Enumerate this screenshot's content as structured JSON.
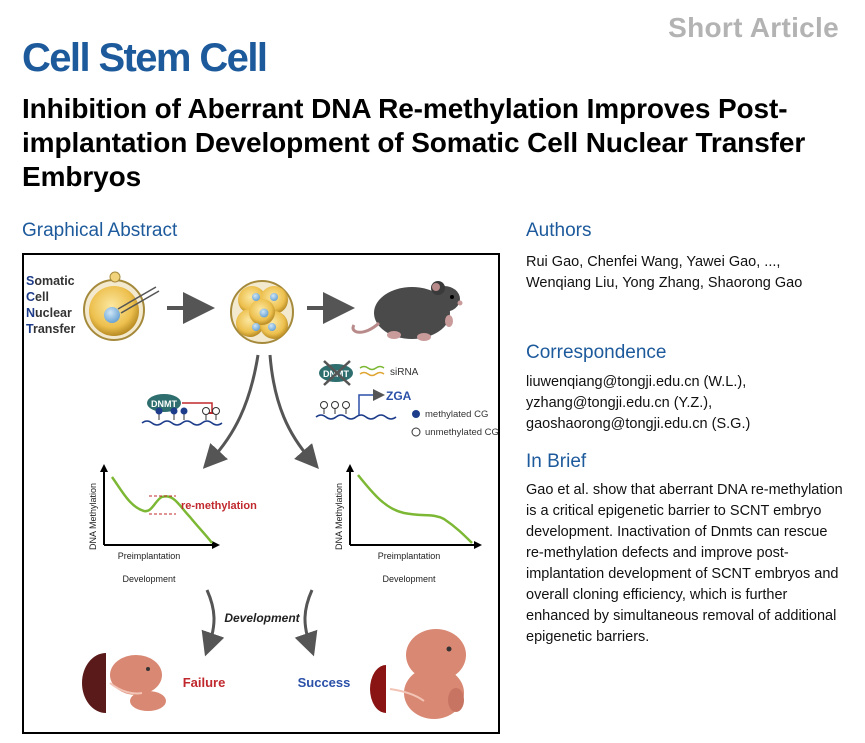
{
  "header": {
    "article_type": "Short Article",
    "journal": "Cell Stem Cell",
    "title": "Inhibition of Aberrant DNA Re-methylation Improves Post-implantation Development of Somatic Cell Nuclear Transfer Embryos"
  },
  "graphical_abstract": {
    "heading": "Graphical Abstract",
    "scnt_letters": [
      "S",
      "C",
      "N",
      "T"
    ],
    "scnt_rest": [
      "omatic",
      "ell",
      "uclear",
      "ransfer"
    ],
    "dnmt": "DNMT",
    "sirna": "siRNA",
    "zga": "ZGA",
    "methylated_cg": "methylated CG",
    "unmethylated_cg": "unmethylated CG",
    "left_plot": {
      "ylabel": "DNA Methylation",
      "xlabel_1": "Preimplantation",
      "xlabel_2": "Development",
      "annotation": "re-methylation"
    },
    "right_plot": {
      "ylabel": "DNA Methylation",
      "xlabel_1": "Preimplantation",
      "xlabel_2": "Development"
    },
    "development": "Development",
    "failure": "Failure",
    "success": "Success"
  },
  "authors": {
    "heading": "Authors",
    "text": "Rui Gao, Chenfei Wang, Yawei Gao, ..., Wenqiang Liu, Yong Zhang, Shaorong Gao"
  },
  "correspondence": {
    "heading": "Correspondence",
    "lines": [
      "liuwenqiang@tongji.edu.cn (W.L.),",
      "yzhang@tongji.edu.cn (Y.Z.),",
      "gaoshaorong@tongji.edu.cn (S.G.)"
    ]
  },
  "in_brief": {
    "heading": "In Brief",
    "text": "Gao et al. show that aberrant DNA re-methylation is a critical epigenetic barrier to SCNT embryo development. Inactivation of Dnmts can rescue re-methylation defects and improve post-implantation development of SCNT embryos and overall cloning efficiency, which is further enhanced by simultaneous removal of additional epigenetic barriers."
  },
  "colors": {
    "accent_blue": "#1d5a9c",
    "failure_red": "#c0282d",
    "success_blue": "#2b50a8",
    "curve_green": "#7cb834",
    "dnmt_teal": "#2e6e6e"
  }
}
